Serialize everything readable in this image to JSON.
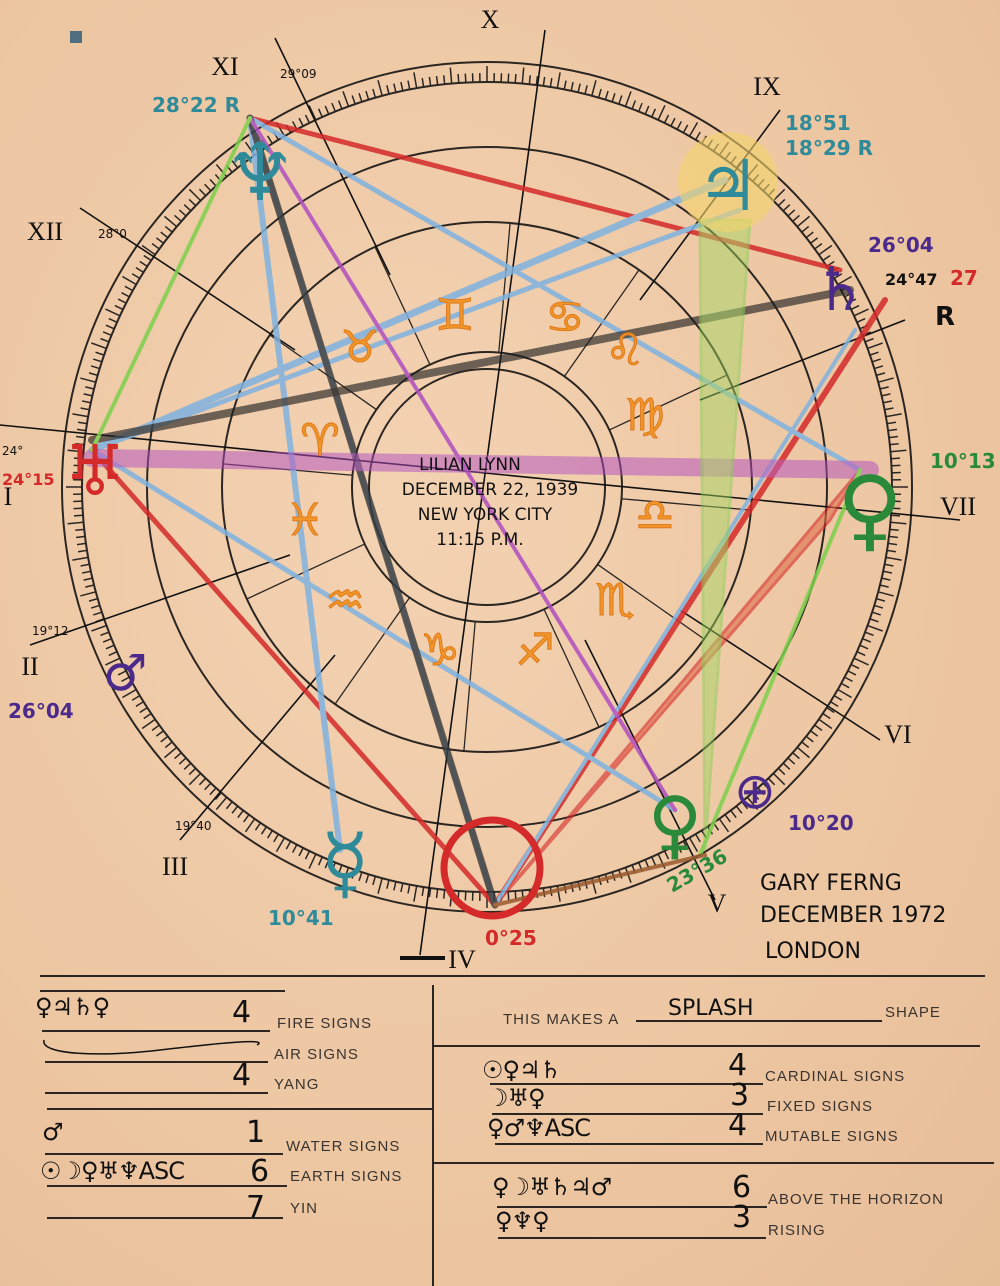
{
  "chart": {
    "subject_name": "LILIAN LYNN",
    "birth_date": "DECEMBER 22, 1939",
    "birth_place": "NEW YORK CITY",
    "birth_time": "11:15 P.M.",
    "houses": [
      "I",
      "II",
      "III",
      "IV",
      "V",
      "VI",
      "VII",
      "IX",
      "X",
      "XI",
      "XII"
    ],
    "cusp_degrees": [
      "29°09",
      "28°0",
      "24°",
      "19°12",
      "19°40"
    ],
    "planet_annotations": [
      {
        "text": "28°22 R",
        "color": "#2f8a9a"
      },
      {
        "text": "18°51",
        "color": "#2f8a9a"
      },
      {
        "text": "18°29 R",
        "color": "#2f8a9a"
      },
      {
        "text": "26°04",
        "color": "#4b2a8c"
      },
      {
        "text": "24°47",
        "color": "#111111"
      },
      {
        "text": "27",
        "color": "#d42a2a"
      },
      {
        "text": "R",
        "color": "#111111"
      },
      {
        "text": "10°13",
        "color": "#2a8a3a"
      },
      {
        "text": "26°04",
        "color": "#4b2a8c"
      },
      {
        "text": "10°20",
        "color": "#4b2a8c"
      },
      {
        "text": "10°41",
        "color": "#2f8a9a"
      },
      {
        "text": "0°25",
        "color": "#d42a2a"
      },
      {
        "text": "23°36",
        "color": "#2a8a3a"
      },
      {
        "text": "24°15",
        "color": "#d42a2a"
      }
    ],
    "zodiac_signs": [
      "♋",
      "♌",
      "♍",
      "♎",
      "♏",
      "♐",
      "♑",
      "♒",
      "♓",
      "♈",
      "♉",
      "♊"
    ],
    "author_note": [
      "GARY FERNG",
      "DECEMBER 1972",
      "LONDON"
    ]
  },
  "form": {
    "left": [
      {
        "symbols": "♀♃♄♀",
        "count": "4",
        "label": "FIRE SIGNS"
      },
      {
        "symbols": "",
        "count": "",
        "label": "AIR SIGNS"
      },
      {
        "symbols": "",
        "count": "4",
        "label": "YANG"
      },
      {
        "symbols": "♂",
        "count": "1",
        "label": "WATER SIGNS"
      },
      {
        "symbols": "☉☽♀♅♆ASC",
        "count": "6",
        "label": "EARTH SIGNS"
      },
      {
        "symbols": "",
        "count": "7",
        "label": "YIN"
      }
    ],
    "shape": {
      "prefix": "THIS MAKES A",
      "value": "SPLASH",
      "suffix": "SHAPE"
    },
    "right": [
      {
        "symbols": "☉♀♃♄",
        "count": "4",
        "label": "CARDINAL SIGNS"
      },
      {
        "symbols": "☽♅♀",
        "count": "3",
        "label": "FIXED SIGNS"
      },
      {
        "symbols": "♀♂♆ASC",
        "count": "4",
        "label": "MUTABLE SIGNS"
      },
      {
        "symbols": "♀☽♅♄♃♂",
        "count": "6",
        "label": "ABOVE THE HORIZON"
      },
      {
        "symbols": "♀♆♀",
        "count": "3",
        "label": "RISING"
      }
    ]
  },
  "colors": {
    "paper": "#efc9a6",
    "red": "#d42a2a",
    "blue": "#7fb2e0",
    "teal": "#2f8a9a",
    "magenta": "#b04fc0",
    "green": "#7cd04a",
    "orange": "#f0962a",
    "purple": "#4b2a8c",
    "darkgreen": "#2a8a3a"
  }
}
